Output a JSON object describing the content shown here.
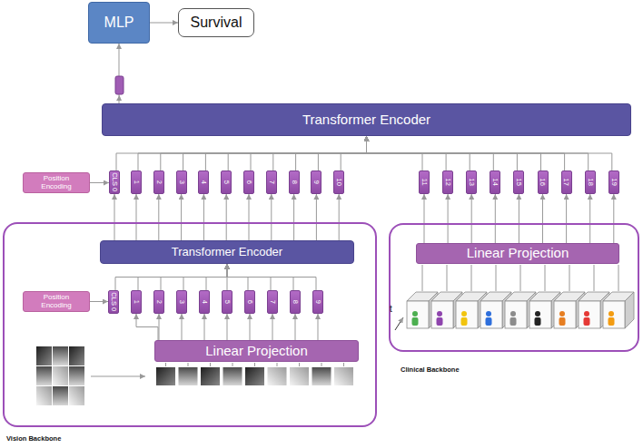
{
  "diagram": {
    "nodes": [
      {
        "text": [
          "MLP"
        ]
      },
      {
        "text": [
          "Survival"
        ]
      },
      {
        "text": [
          "Transformer Encoder"
        ]
      },
      {
        "text": [
          "Position Encoding"
        ]
      },
      {
        "text": [
          "CLS 0"
        ]
      },
      {
        "text": [
          "1"
        ]
      },
      {
        "text": [
          "2"
        ]
      },
      {
        "text": [
          "3"
        ]
      },
      {
        "text": [
          "4"
        ]
      },
      {
        "text": [
          "5"
        ]
      },
      {
        "text": [
          "6"
        ]
      },
      {
        "text": [
          "7"
        ]
      },
      {
        "text": [
          "8"
        ]
      },
      {
        "text": [
          "9"
        ]
      },
      {
        "text": [
          "10"
        ]
      },
      {
        "text": [
          "11"
        ]
      },
      {
        "text": [
          "12"
        ]
      },
      {
        "text": [
          "13"
        ]
      },
      {
        "text": [
          "14"
        ]
      },
      {
        "text": [
          "15"
        ]
      },
      {
        "text": [
          "16"
        ]
      },
      {
        "text": [
          "17"
        ]
      },
      {
        "text": [
          "18"
        ]
      },
      {
        "text": [
          "19"
        ]
      },
      {
        "text": [
          "Vision Backbone"
        ]
      },
      {
        "text": [
          "Transformer Encoder"
        ],
        "in": 24
      },
      {
        "text": [
          "Position Encoding"
        ],
        "in": 24
      },
      {
        "text": [
          "CLS 0"
        ],
        "in": 24
      },
      {
        "text": [
          "1"
        ],
        "in": 24
      },
      {
        "text": [
          "2"
        ],
        "in": 24
      },
      {
        "text": [
          "3"
        ],
        "in": 24
      },
      {
        "text": [
          "4"
        ],
        "in": 24
      },
      {
        "text": [
          "5"
        ],
        "in": 24
      },
      {
        "text": [
          "6"
        ],
        "in": 24
      },
      {
        "text": [
          "7"
        ],
        "in": 24
      },
      {
        "text": [
          "8"
        ],
        "in": 24
      },
      {
        "text": [
          "9"
        ],
        "in": 24
      },
      {
        "text": [
          "Linear Projection"
        ],
        "in": 24
      },
      {
        "text": [
          "Clinical Backbone"
        ]
      },
      {
        "text": [
          "Linear Projection"
        ],
        "in": 38
      }
    ],
    "edges": [
      {
        "from": 0,
        "to": 1,
        "arrow": "to"
      },
      {
        "from": 2,
        "to": 0,
        "arrow": "to"
      },
      {
        "from": 3,
        "to": 4,
        "arrow": "to"
      },
      {
        "from": 4,
        "to": 2,
        "arrow": "to"
      },
      {
        "from": 5,
        "to": 2,
        "arrow": "to"
      },
      {
        "from": 6,
        "to": 2,
        "arrow": "to"
      },
      {
        "from": 7,
        "to": 2,
        "arrow": "to"
      },
      {
        "from": 8,
        "to": 2,
        "arrow": "to"
      },
      {
        "from": 9,
        "to": 2,
        "arrow": "to"
      },
      {
        "from": 10,
        "to": 2,
        "arrow": "to"
      },
      {
        "from": 11,
        "to": 2,
        "arrow": "to"
      },
      {
        "from": 12,
        "to": 2,
        "arrow": "to"
      },
      {
        "from": 13,
        "to": 2,
        "arrow": "to"
      },
      {
        "from": 14,
        "to": 2,
        "arrow": "to"
      },
      {
        "from": 15,
        "to": 2,
        "arrow": "to"
      },
      {
        "from": 16,
        "to": 2,
        "arrow": "to"
      },
      {
        "from": 17,
        "to": 2,
        "arrow": "to"
      },
      {
        "from": 18,
        "to": 2,
        "arrow": "to"
      },
      {
        "from": 19,
        "to": 2,
        "arrow": "to"
      },
      {
        "from": 20,
        "to": 2,
        "arrow": "to"
      },
      {
        "from": 21,
        "to": 2,
        "arrow": "to"
      },
      {
        "from": 22,
        "to": 2,
        "arrow": "to"
      },
      {
        "from": 23,
        "to": 2,
        "arrow": "to"
      },
      {
        "from": 25,
        "to": 4,
        "arrow": "to"
      },
      {
        "from": 25,
        "to": 5,
        "arrow": "to"
      },
      {
        "from": 25,
        "to": 6,
        "arrow": "to"
      },
      {
        "from": 25,
        "to": 7,
        "arrow": "to"
      },
      {
        "from": 25,
        "to": 8,
        "arrow": "to"
      },
      {
        "from": 25,
        "to": 9,
        "arrow": "to"
      },
      {
        "from": 25,
        "to": 10,
        "arrow": "to"
      },
      {
        "from": 25,
        "to": 11,
        "arrow": "to"
      },
      {
        "from": 25,
        "to": 12,
        "arrow": "to"
      },
      {
        "from": 25,
        "to": 13,
        "arrow": "to"
      },
      {
        "from": 25,
        "to": 14,
        "arrow": "to"
      },
      {
        "from": 26,
        "to": 27,
        "arrow": "to"
      },
      {
        "from": 27,
        "to": 25,
        "arrow": "to"
      },
      {
        "from": 28,
        "to": 25,
        "arrow": "to"
      },
      {
        "from": 29,
        "to": 25,
        "arrow": "to"
      },
      {
        "from": 30,
        "to": 25,
        "arrow": "to"
      },
      {
        "from": 31,
        "to": 25,
        "arrow": "to"
      },
      {
        "from": 32,
        "to": 25,
        "arrow": "to"
      },
      {
        "from": 33,
        "to": 25,
        "arrow": "to"
      },
      {
        "from": 34,
        "to": 25,
        "arrow": "to"
      },
      {
        "from": 35,
        "to": 25,
        "arrow": "to"
      },
      {
        "from": 36,
        "to": 25,
        "arrow": "to"
      },
      {
        "from": 37,
        "to": 28,
        "arrow": "to"
      },
      {
        "from": 37,
        "to": 29,
        "arrow": "to"
      },
      {
        "from": 37,
        "to": 30,
        "arrow": "to"
      },
      {
        "from": 37,
        "to": 31,
        "arrow": "to"
      },
      {
        "from": 37,
        "to": 32,
        "arrow": "to"
      },
      {
        "from": 37,
        "to": 33,
        "arrow": "to"
      },
      {
        "from": 37,
        "to": 34,
        "arrow": "to"
      },
      {
        "from": 37,
        "to": 35,
        "arrow": "to"
      },
      {
        "from": 37,
        "to": 36,
        "arrow": "to"
      },
      {
        "from": 39,
        "to": 15,
        "arrow": "to"
      },
      {
        "from": 39,
        "to": 16,
        "arrow": "to"
      },
      {
        "from": 39,
        "to": 17,
        "arrow": "to"
      },
      {
        "from": 39,
        "to": 18,
        "arrow": "to"
      },
      {
        "from": 39,
        "to": 19,
        "arrow": "to"
      },
      {
        "from": 39,
        "to": 20,
        "arrow": "to"
      },
      {
        "from": 39,
        "to": 21,
        "arrow": "to"
      },
      {
        "from": 39,
        "to": 22,
        "arrow": "to"
      },
      {
        "from": 39,
        "to": 23,
        "arrow": "to"
      }
    ],
    "labels": [
      "t"
    ]
  }
}
